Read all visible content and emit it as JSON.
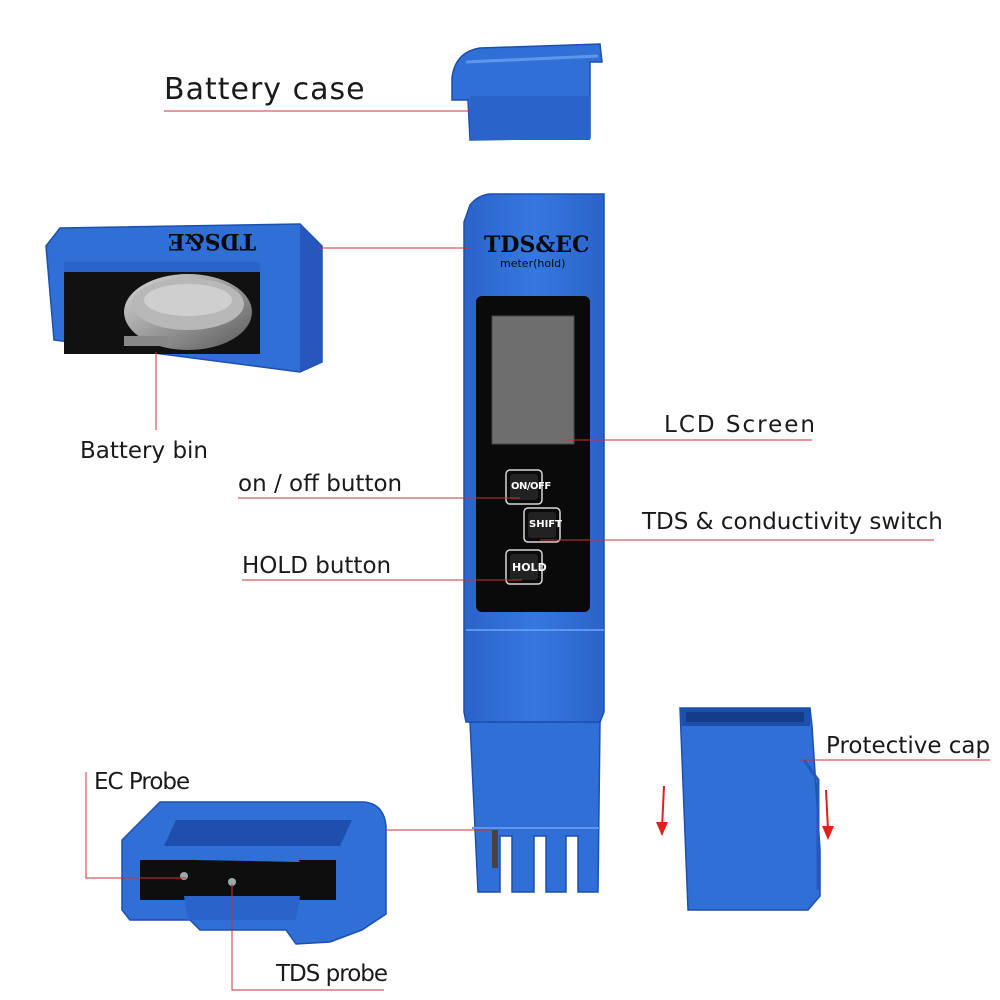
{
  "colors": {
    "product_blue": "#2f6fd6",
    "product_blue_dark": "#1d4fae",
    "leader_line": "#c8323a",
    "arrow": "#e0201b",
    "panel": "#0a0a0a",
    "lcd": "#6e6e6e"
  },
  "device": {
    "brand": "TDS&EC",
    "model": "meter(hold)",
    "buttons": {
      "on_off": "ON/OFF",
      "shift": "SHIFT",
      "hold": "HOLD"
    }
  },
  "battery_bin_detail": {
    "mirrored_brand": "TDS&E"
  },
  "labels": {
    "battery_case": "Battery case",
    "battery_bin": "Battery bin",
    "lcd_screen": "LCD Screen",
    "on_off_button": "on / off button",
    "tds_conductivity_switch": "TDS & conductivity switch",
    "hold_button": "HOLD button",
    "protective_cap": "Protective cap",
    "ec_probe": "EC Probe",
    "tds_probe": "TDS probe"
  },
  "icons": {
    "cap_down_arrows": "arrow-down-icon"
  }
}
